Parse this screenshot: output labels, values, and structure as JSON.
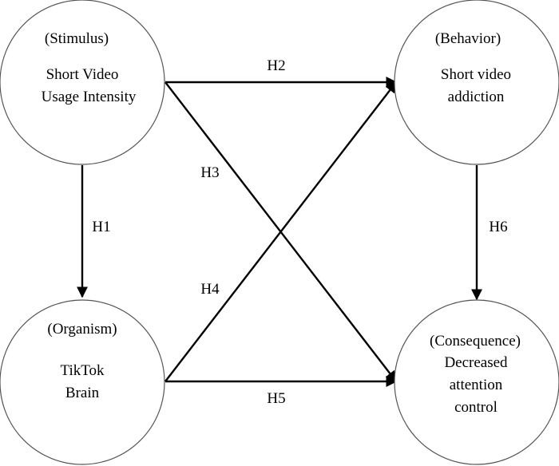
{
  "nodes": {
    "stimulus": {
      "category": "(Stimulus)",
      "line1": "Short Video",
      "line2": "Usage Intensity"
    },
    "behavior": {
      "category": "(Behavior)",
      "line1": "Short video",
      "line2": "addiction"
    },
    "organism": {
      "category": "(Organism)",
      "line1": "TikTok",
      "line2": "Brain"
    },
    "consequence": {
      "category": "(Consequence)",
      "line1": "Decreased",
      "line2": "attention",
      "line3": "control"
    }
  },
  "edges": {
    "h1": {
      "label": "H1",
      "from": "stimulus",
      "to": "organism"
    },
    "h2": {
      "label": "H2",
      "from": "stimulus",
      "to": "behavior"
    },
    "h3": {
      "label": "H3",
      "from": "stimulus",
      "to": "consequence"
    },
    "h4": {
      "label": "H4",
      "from": "organism",
      "to": "behavior"
    },
    "h5": {
      "label": "H5",
      "from": "organism",
      "to": "consequence"
    },
    "h6": {
      "label": "H6",
      "from": "behavior",
      "to": "consequence"
    }
  }
}
